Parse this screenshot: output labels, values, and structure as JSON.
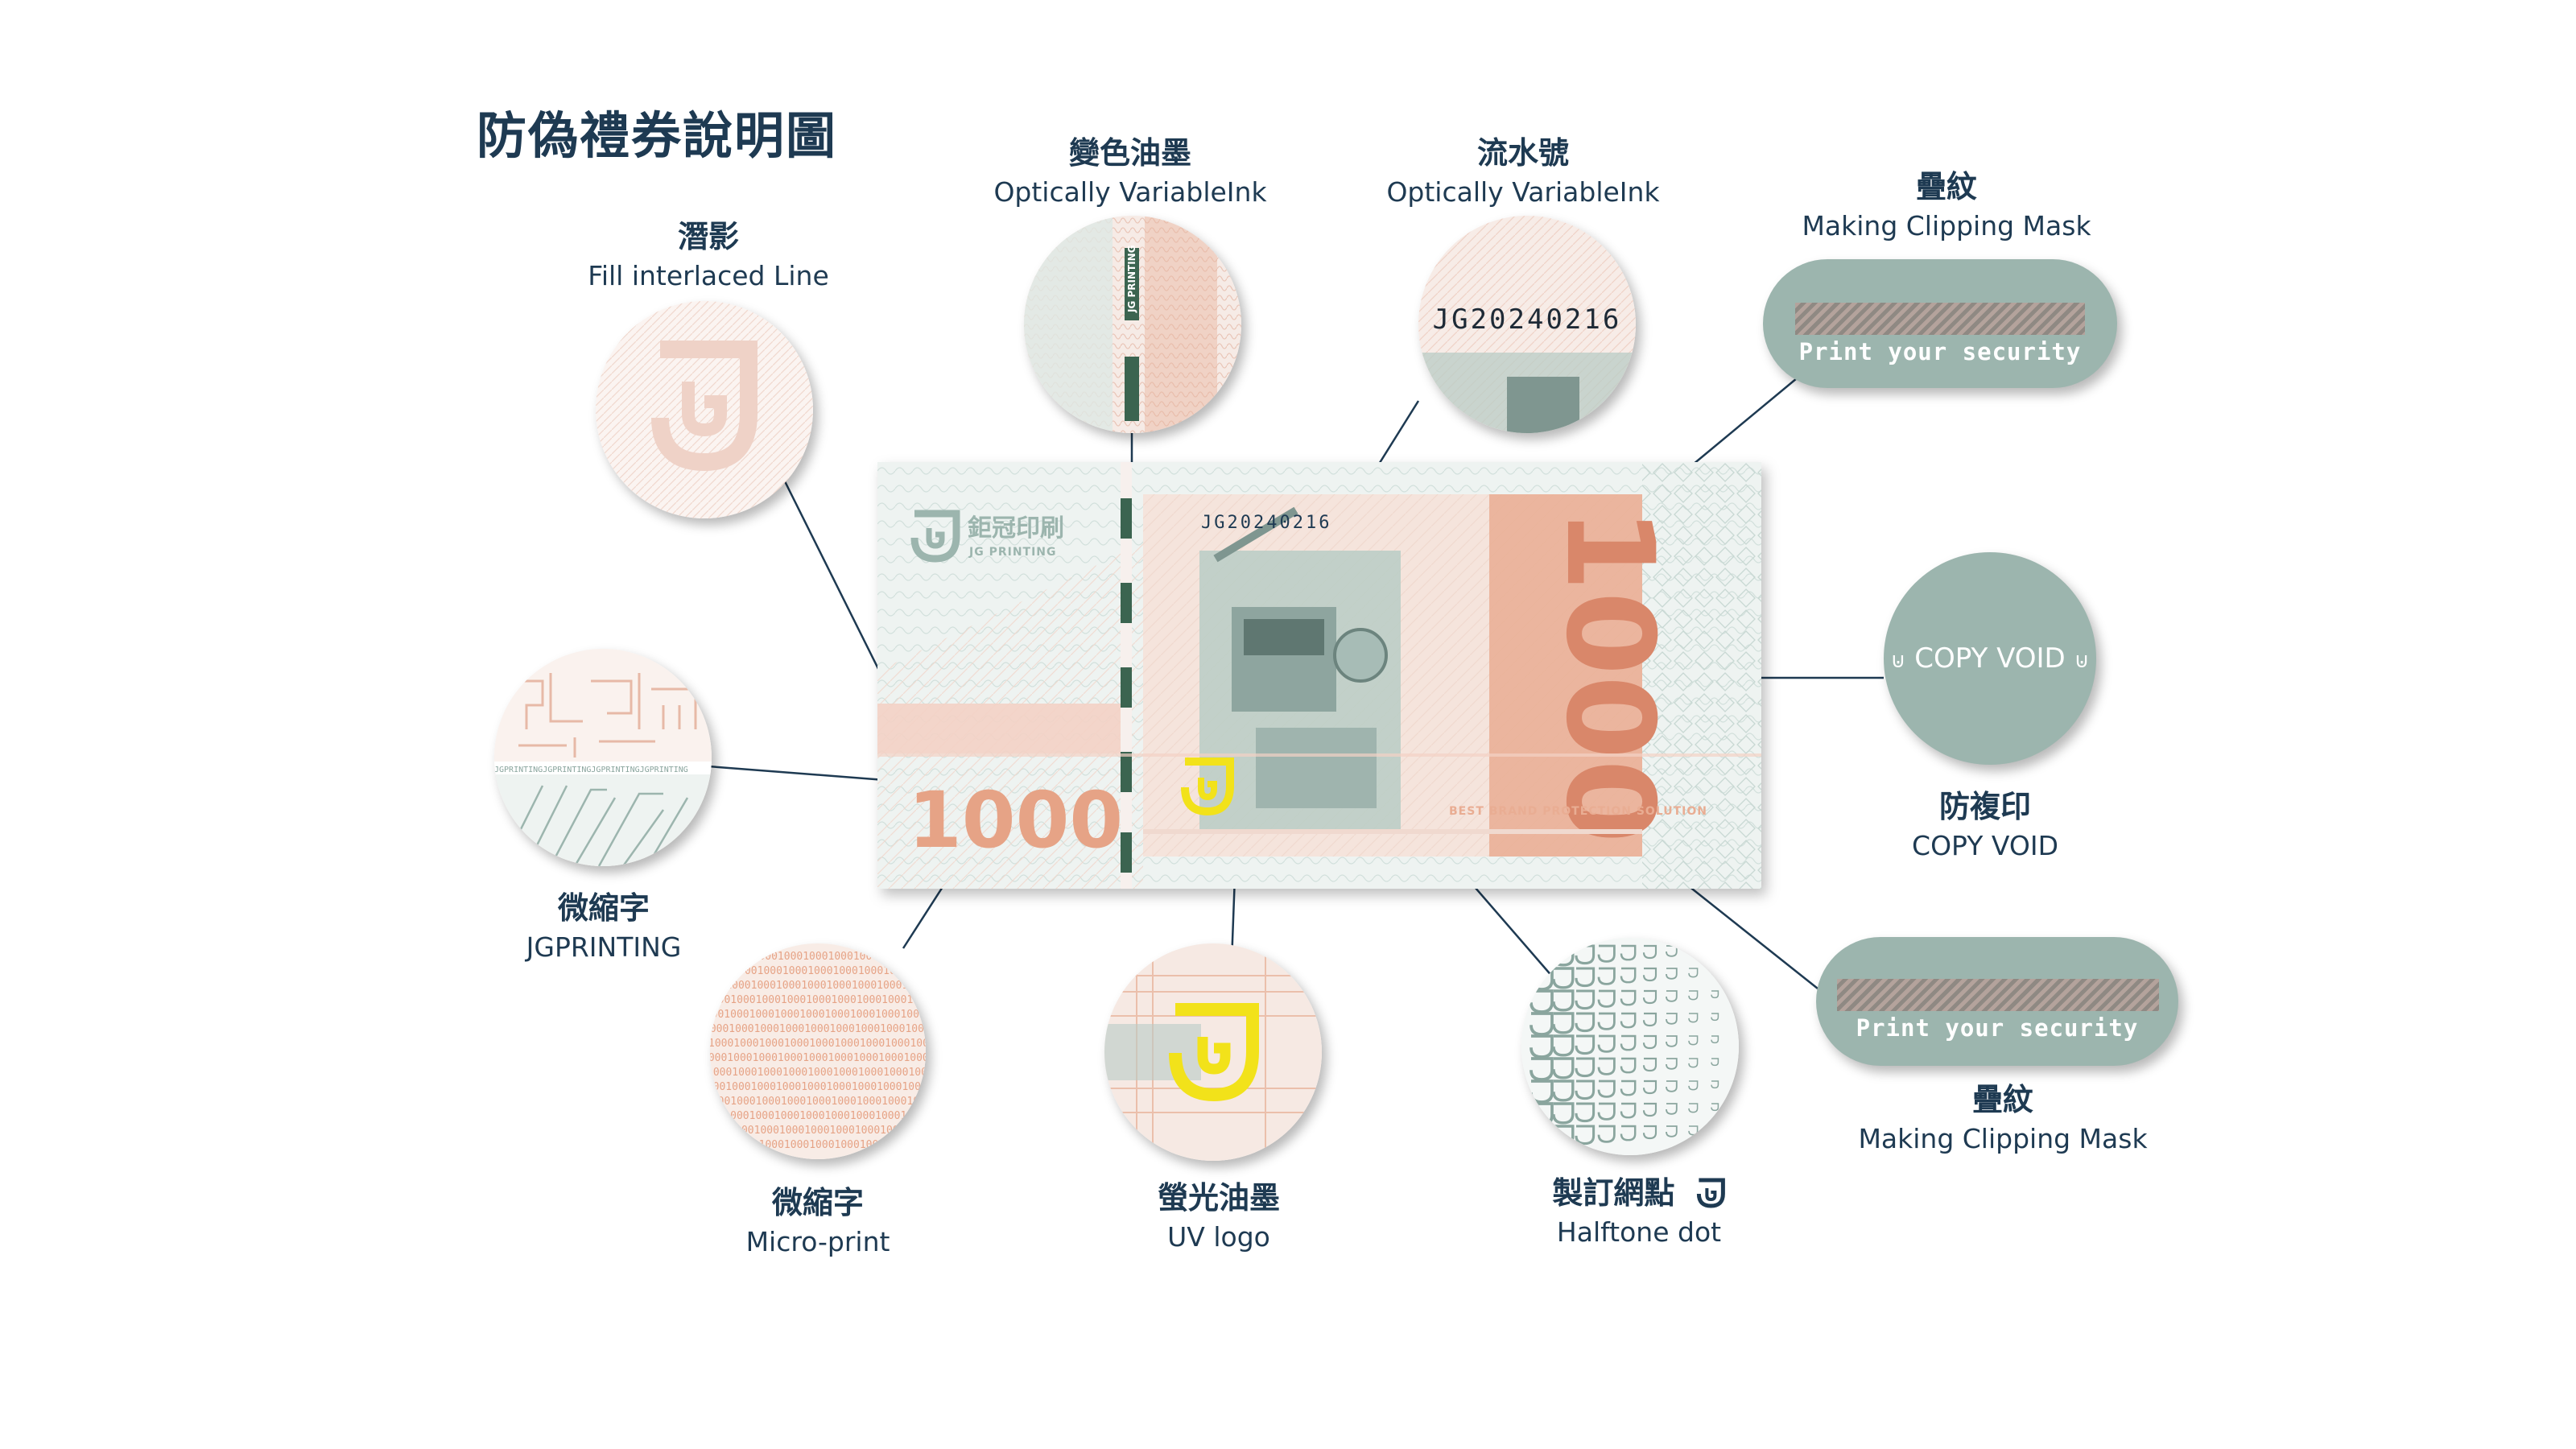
{
  "title": "防偽禮券說明圖",
  "colors": {
    "navy": "#1e3a52",
    "mint": "#9cb5ae",
    "peach": "#e8a990",
    "uv_yellow": "#f2e21a",
    "note_bg": "#f2ebe6"
  },
  "labels": {
    "latent": {
      "zh": "潛影",
      "en": "Fill interlaced Line"
    },
    "color_ink": {
      "zh": "變色油墨",
      "en": "Optically VariableInk"
    },
    "serial": {
      "zh": "流水號",
      "en": "Optically VariableInk"
    },
    "overlay_top": {
      "zh": "疊紋",
      "en": "Making Clipping Mask"
    },
    "copy_void": {
      "zh": "防複印",
      "en": "COPY VOID"
    },
    "overlay_bottom": {
      "zh": "疊紋",
      "en": "Making Clipping Mask"
    },
    "microtext": {
      "zh": "微縮字",
      "en": "JGPRINTING"
    },
    "microprint": {
      "zh": "微縮字",
      "en": "Micro-print"
    },
    "uv": {
      "zh": "螢光油墨",
      "en": "UV logo"
    },
    "halftone": {
      "zh": "製訂網點",
      "en": "Halftone dot"
    }
  },
  "note": {
    "brand_zh": "鉅冠印刷",
    "brand_en": "JG PRINTING",
    "serial_number": "JG20240216",
    "denomination": "1000",
    "slogan": "BEST BRAND PROTECTION SOLUTION",
    "strip_text": "JG PRINTING"
  },
  "zooms": {
    "serial_text": "JG20240216",
    "copy_void_text": "COPY VOID",
    "micro_line": "JGPRINTINGJGPRINTINGJGPRINTINGJGPRINTING",
    "micro_digits": "100010001000100010001000100010001000",
    "pill_text": "Print your security",
    "strip_text": "JG PRINTING"
  },
  "icons": {
    "logo": "jg-logo-icon"
  }
}
